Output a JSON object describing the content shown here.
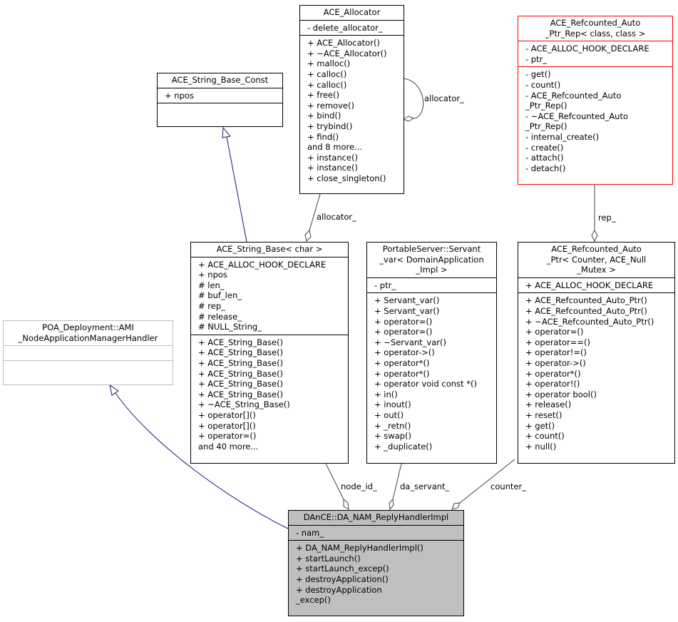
{
  "classes": {
    "allocator": {
      "title": "ACE_Allocator",
      "attributes": [
        "- delete_allocator_"
      ],
      "methods": [
        "+ ACE_Allocator()",
        "+ ~ACE_Allocator()",
        "+ malloc()",
        "+ calloc()",
        "+ calloc()",
        "+ free()",
        "+ remove()",
        "+ bind()",
        "+ trybind()",
        "+ find()",
        "and 8 more...",
        "+ instance()",
        "+ instance()",
        "+ close_singleton()"
      ]
    },
    "string_base_const": {
      "title": "ACE_String_Base_Const",
      "attributes": [
        "+ npos"
      ],
      "methods": []
    },
    "refcounted_auto_ptr_rep": {
      "title": "ACE_Refcounted_Auto\n_Ptr_Rep< class, class >",
      "attributes": [
        "- ACE_ALLOC_HOOK_DECLARE",
        "- ptr_"
      ],
      "methods": [
        "- get()",
        "- count()",
        "- ACE_Refcounted_Auto\n_Ptr_Rep()",
        "- ~ACE_Refcounted_Auto\n_Ptr_Rep()",
        "- internal_create()",
        "- create()",
        "- attach()",
        "- detach()"
      ]
    },
    "string_base": {
      "title": "ACE_String_Base< char >",
      "attributes": [
        "+ ACE_ALLOC_HOOK_DECLARE",
        "+ npos",
        "# len_",
        "# buf_len_",
        "# rep_",
        "# release_",
        "# NULL_String_"
      ],
      "methods": [
        "+ ACE_String_Base()",
        "+ ACE_String_Base()",
        "+ ACE_String_Base()",
        "+ ACE_String_Base()",
        "+ ACE_String_Base()",
        "+ ACE_String_Base()",
        "+ ~ACE_String_Base()",
        "+ operator[]()",
        "+ operator[]()",
        "+ operator=()",
        "and 40 more..."
      ]
    },
    "servant_var": {
      "title": "PortableServer::Servant\n_var< DomainApplication\n_Impl >",
      "attributes": [
        "- ptr_"
      ],
      "methods": [
        "+ Servant_var()",
        "+ Servant_var()",
        "+ operator=()",
        "+ operator=()",
        "+ ~Servant_var()",
        "+ operator->()",
        "+ operator*()",
        "+ operator*()",
        "+ operator void const *()",
        "+ in()",
        "+ inout()",
        "+ out()",
        "+ _retn()",
        "+ swap()",
        "+ _duplicate()"
      ]
    },
    "refcounted_auto_ptr": {
      "title": "ACE_Refcounted_Auto\n_Ptr< Counter, ACE_Null\n_Mutex >",
      "attributes": [
        "+ ACE_ALLOC_HOOK_DECLARE"
      ],
      "methods": [
        "+ ACE_Refcounted_Auto_Ptr()",
        "+ ACE_Refcounted_Auto_Ptr()",
        "+ ~ACE_Refcounted_Auto_Ptr()",
        "+ operator=()",
        "+ operator==()",
        "+ operator!=()",
        "+ operator->()",
        "+ operator*()",
        "+ operator!()",
        "+ operator bool()",
        "+ release()",
        "+ reset()",
        "+ get()",
        "+ count()",
        "+ null()"
      ]
    },
    "ami_handler": {
      "title": "POA_Deployment::AMI\n_NodeApplicationManagerHandler",
      "attributes": [],
      "methods": []
    },
    "reply_handler": {
      "title": "DAnCE::DA_NAM_ReplyHandlerImpl",
      "attributes": [
        "- nam_"
      ],
      "methods": [
        "+ DA_NAM_ReplyHandlerImpl()",
        "+ startLaunch()",
        "+ startLaunch_excep()",
        "+ destroyApplication()",
        "+ destroyApplication\n_excep()"
      ]
    }
  },
  "edge_labels": {
    "allocator_self": "allocator_",
    "allocator_to_string_base": "allocator_",
    "rep": "rep_",
    "node_id": "node_id_",
    "da_servant": "da_servant_",
    "counter": "counter_"
  },
  "colors": {
    "inheritance_edge": "#191970",
    "composition_edge": "#404040",
    "focus_fill": "#bfbfbf",
    "template_border": "#ff0000",
    "external_border": "#bfbfbf"
  }
}
